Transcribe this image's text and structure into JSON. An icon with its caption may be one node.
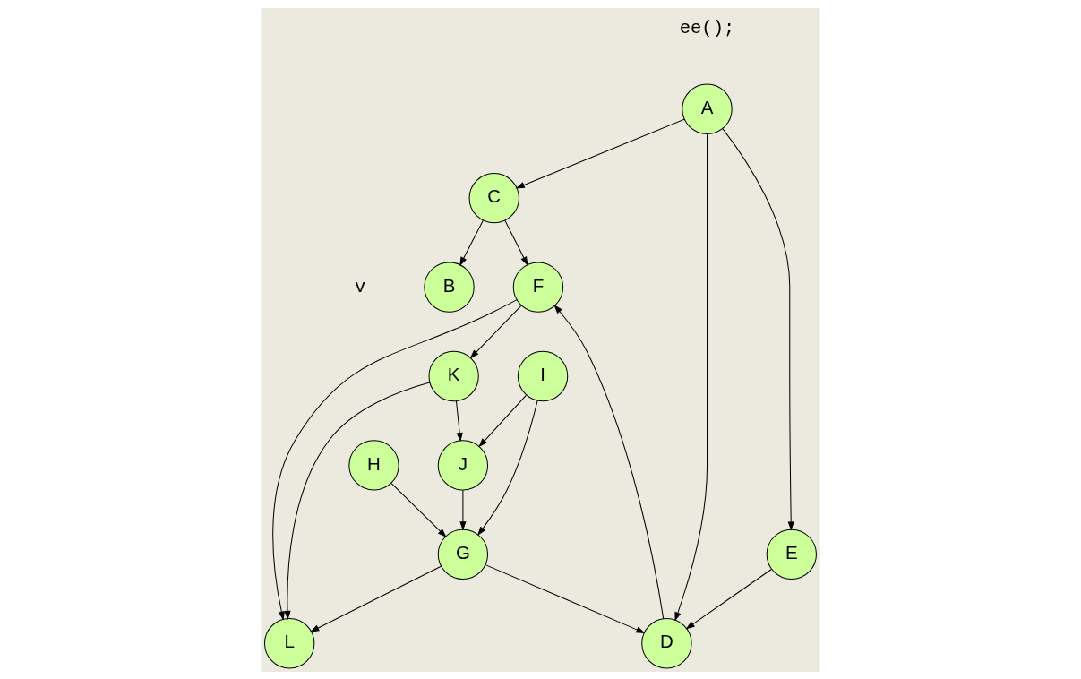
{
  "diagram": {
    "nodes": [
      {
        "text": [
          "A"
        ]
      },
      {
        "text": [
          "B"
        ]
      },
      {
        "text": [
          "C"
        ]
      },
      {
        "text": [
          "D"
        ]
      },
      {
        "text": [
          "E"
        ]
      },
      {
        "text": [
          "F"
        ]
      },
      {
        "text": [
          "G"
        ]
      },
      {
        "text": [
          "H"
        ]
      },
      {
        "text": [
          "I"
        ]
      },
      {
        "text": [
          "J"
        ]
      },
      {
        "text": [
          "K"
        ]
      },
      {
        "text": [
          "L"
        ]
      }
    ],
    "edges": [
      {
        "from": 0,
        "to": 4,
        "arrow": "to"
      },
      {
        "from": 0,
        "to": 3,
        "arrow": "to"
      },
      {
        "from": 0,
        "to": 2,
        "arrow": "to"
      },
      {
        "from": 4,
        "to": 3,
        "arrow": "to"
      },
      {
        "from": 7,
        "to": 6,
        "arrow": "to"
      },
      {
        "from": 8,
        "to": 6,
        "arrow": "to"
      },
      {
        "from": 8,
        "to": 9,
        "arrow": "to"
      },
      {
        "from": 6,
        "to": 3,
        "arrow": "to"
      },
      {
        "from": 9,
        "to": 6,
        "arrow": "to"
      },
      {
        "from": 2,
        "to": 5,
        "arrow": "to"
      },
      {
        "from": 2,
        "to": 1,
        "arrow": "to"
      },
      {
        "from": 3,
        "to": 5,
        "arrow": "to"
      },
      {
        "from": 6,
        "to": 11,
        "arrow": "to"
      },
      {
        "from": 5,
        "to": 10,
        "arrow": "to"
      },
      {
        "from": 10,
        "to": 9,
        "arrow": "to"
      },
      {
        "from": 5,
        "to": 11,
        "arrow": "to"
      },
      {
        "from": 10,
        "to": 11,
        "arrow": "to"
      }
    ],
    "labels": [
      "ee();",
      "v"
    ]
  }
}
